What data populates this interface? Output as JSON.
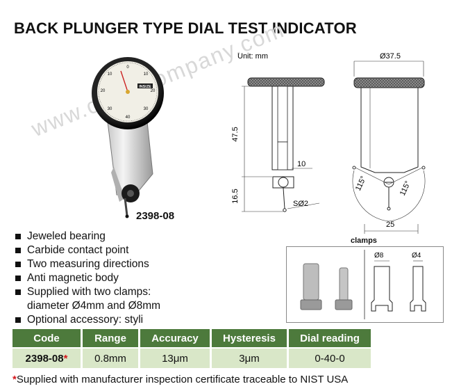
{
  "title": "BACK PLUNGER TYPE DIAL TEST INDICATOR",
  "watermark": "www.chinacompany.com",
  "product": {
    "model": "2398-08",
    "dial_mark": "INSIZE",
    "dial_numbers": [
      "0",
      "10",
      "20",
      "30",
      "40",
      "10",
      "20",
      "30"
    ]
  },
  "drawing": {
    "unit": "Unit: mm",
    "diameter": "Ø37.5",
    "dim_47_5": "47.5",
    "dim_10": "10",
    "dim_16_5": "16.5",
    "dim_sphere": "SØ2",
    "angle_left": "115°",
    "angle_right": "115°",
    "dim_25": "25"
  },
  "features": {
    "items": [
      "Jeweled bearing",
      "Carbide contact point",
      "Two measuring directions",
      "Anti magnetic body",
      "Supplied with two clamps:",
      "Optional accessory: styli"
    ],
    "continuation": "diameter Ø4mm and Ø8mm"
  },
  "clamps": {
    "title": "clamps",
    "d8": "Ø8",
    "d4": "Ø4"
  },
  "table": {
    "headers": [
      "Code",
      "Range",
      "Accuracy",
      "Hysteresis",
      "Dial reading"
    ],
    "row": {
      "code": "2398-08",
      "star": "*",
      "range": "0.8mm",
      "accuracy": "13μm",
      "hysteresis": "3μm",
      "dial_reading": "0-40-0"
    }
  },
  "footnote": {
    "star": "*",
    "text": "Supplied with manufacturer inspection certificate traceable to NIST USA"
  },
  "colors": {
    "header_green": "#4d7a3c",
    "cell_green": "#d9e7c8",
    "star_red": "#d4161b"
  }
}
